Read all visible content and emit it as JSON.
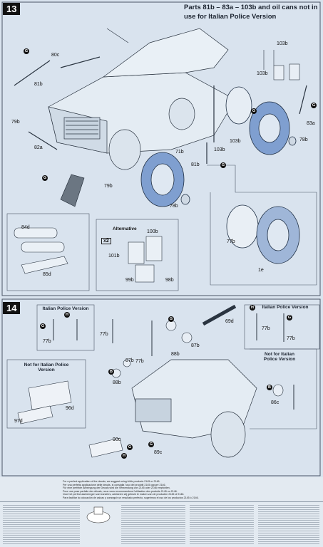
{
  "step13": {
    "number": "13",
    "title_line1": "Parts 81b – 83a – 103b and oil cans not in",
    "title_line2": "use for Italian Police Version",
    "callouts": [
      "80c",
      "81b",
      "79b",
      "82a",
      "71b",
      "81b",
      "103b",
      "103b",
      "103b",
      "103b",
      "83a",
      "79b",
      "78b",
      "78b",
      "84d",
      "85d",
      "77b",
      "1e",
      "101b",
      "99b",
      "100b",
      "98b"
    ],
    "alternative_label": "Alternative",
    "x2_label": "x2",
    "gluedots": [
      "G",
      "G",
      "G",
      "G",
      "G"
    ]
  },
  "step14": {
    "number": "14",
    "italian_police_left": "Italian Police Version",
    "italian_police_right": "Italian Police Version",
    "not_for_left": "Not for Italian Police Version",
    "not_for_right": "Not for Italian Police Version",
    "callouts": [
      "77b",
      "77b",
      "69d",
      "88b",
      "87b",
      "77b",
      "87b",
      "88b",
      "96d",
      "97d",
      "90c",
      "89c",
      "86c",
      "77b",
      "77b"
    ],
    "gluedots": [
      "G",
      "H",
      "G",
      "H",
      "G",
      "B",
      "B",
      "G",
      "H",
      "G"
    ]
  },
  "footer": {
    "line1": "For a perfect application of the decals, we suggest using Airfix products 2145 or 2146.",
    "line2": "Per una perfetta applicazione delle decals, si consiglia l'uso dei prodotti 2145 oppure 2146.",
    "line3": "Für eine perfekte Anbringung der Decals wird die Verwendung von 2145 oder 2146 empfohlen.",
    "line4": "Pour une pose parfaite des décals, nous vous recommandons l'utilisation des produits 2145 ou 2146.",
    "line5": "Voor het perfect aanbrengen van transfers, adviseren wij gebruik te maken van de producten 2145 of 2146.",
    "line6": "Para facilitar la colocación de calcas y conseguir un resultado perfecto, sugerimos el uso de los productos 2145 ó 2146."
  }
}
